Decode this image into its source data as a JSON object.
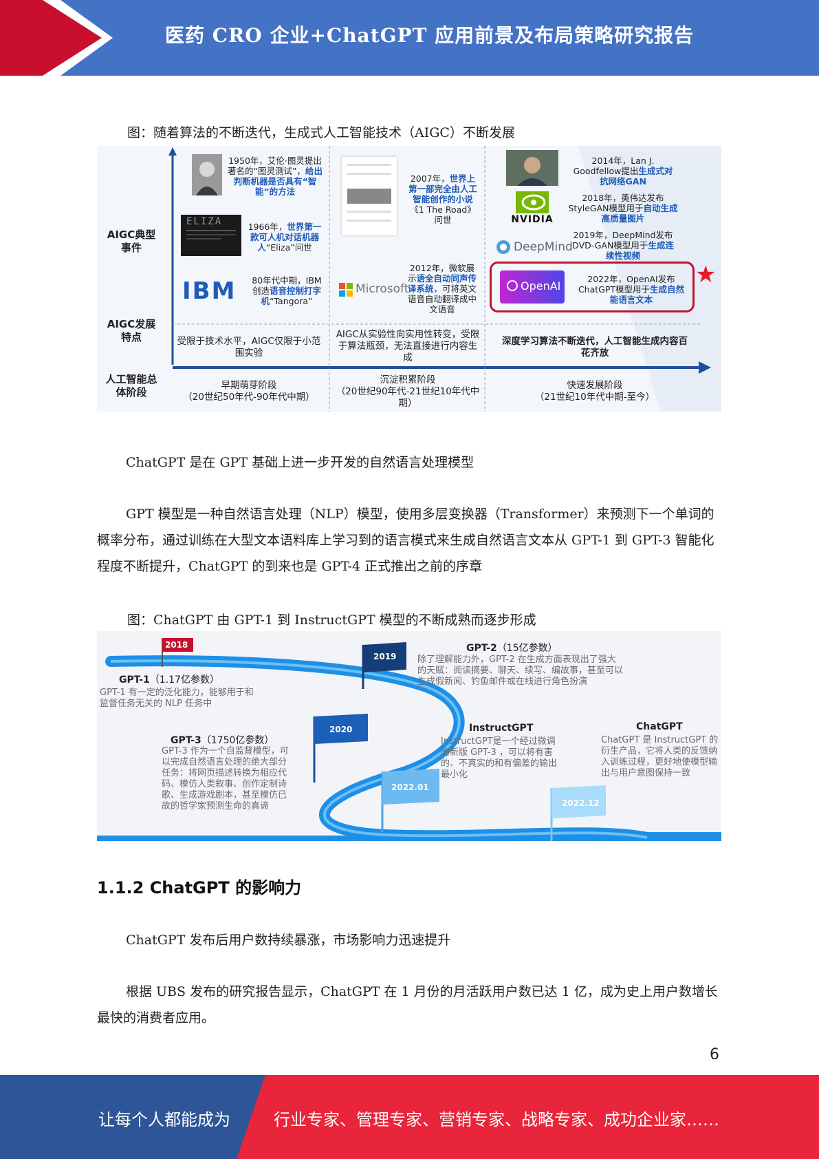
{
  "header": {
    "title": "医药 CRO 企业+ChatGPT 应用前景及布局策略研究报告"
  },
  "figure1": {
    "caption": "图：随着算法的不断迭代，生成式人工智能技术（AIGC）不断发展",
    "row_labels": {
      "events": "AIGC典型\n事件",
      "traits": "AIGC发展\n特点",
      "stages": "人工智能总\n体阶段"
    },
    "logos": {
      "eliza": "ELIZA",
      "ibm": "IBM",
      "microsoft": "Microsoft",
      "nvidia": "NVIDIA",
      "deepmind": "DeepMind",
      "openai": "OpenAI"
    },
    "events": {
      "turing": {
        "pre": "1950年，艾伦·图灵提出著名的“图灵测试”，",
        "hl": "给出判断机器是否具有“智能”的方法",
        "post": ""
      },
      "eliza": {
        "pre": "1966年，",
        "hl": "世界第一款可人机对话机器人",
        "post": "“Eliza”问世"
      },
      "ibm": {
        "pre": "80年代中期，IBM创造",
        "hl": "语音控制打字机",
        "post": "“Tangora”"
      },
      "road": {
        "pre": "2007年，",
        "hl": "世界上第一部完全由人工智能创作的小说",
        "post": "《1 The Road》问世"
      },
      "microsoft": {
        "pre": "2012年，微软展示",
        "hl": "语全自动同声传译系统",
        "post": "，可将英文语音自动翻译成中文语音"
      },
      "gan": {
        "pre": "2014年，Lan J. Goodfellow提出",
        "hl": "生成式对抗网络GAN",
        "post": ""
      },
      "nvidia": {
        "pre": "2018年，英伟达发布StyleGAN模型用于",
        "hl": "自动生成高质量图片",
        "post": ""
      },
      "deepmind": {
        "pre": "2019年，DeepMind发布DVD-GAN模型用于",
        "hl": "生成连续性视频",
        "post": ""
      },
      "openai": {
        "pre": "2022年，OpenAI发布ChatGPT模型用于",
        "hl": "生成自然能语言文本",
        "post": ""
      }
    },
    "characteristics": [
      "受限于技术水平，AIGC仅限于小范围实验",
      "AIGC从实验性向实用性转变，受限于算法瓶颈，无法直接进行内容生成",
      "深度学习算法不断迭代，人工智能生成内容百花齐放"
    ],
    "stages": [
      {
        "name": "早期萌芽阶段",
        "period": "（20世纪50年代-90年代中期）"
      },
      {
        "name": "沉淀积累阶段",
        "period": "（20世纪90年代-21世纪10年代中期）"
      },
      {
        "name": "快速发展阶段",
        "period": "（21世纪10年代中期-至今）"
      }
    ]
  },
  "paragraphs": {
    "p1": "ChatGPT 是在 GPT 基础上进一步开发的自然语言处理模型",
    "p2": "GPT 模型是一种自然语言处理（NLP）模型，使用多层变换器（Transformer）来预测下一个单词的概率分布，通过训练在大型文本语料库上学习到的语言模式来生成自然语言文本从 GPT-1 到 GPT-3 智能化程度不断提升，ChatGPT 的到来也是 GPT-4 正式推出之前的序章",
    "p3": "ChatGPT 发布后用户数持续暴涨，市场影响力迅速提升",
    "p4": "根据 UBS 发布的研究报告显示，ChatGPT 在 1 月份的月活跃用户数已达 1 亿，成为史上用户数增长最快的消费者应用。"
  },
  "figure2": {
    "caption": "图：ChatGPT 由 GPT-1 到 InstructGPT 模型的不断成熟而逐步形成",
    "flags": [
      "2018",
      "2019",
      "2020",
      "2022.01",
      "2022.12"
    ],
    "gpt1": {
      "title": "GPT-1",
      "params": "（1.17亿参数）",
      "desc": "GPT-1 有一定的泛化能力，能够用于和监督任务无关的 NLP 任务中"
    },
    "gpt2": {
      "title": "GPT-2",
      "params": "（15亿参数）",
      "desc": "除了理解能力外，GPT-2 在生成方面表现出了强大的天赋：阅读摘要、聊天、续写、编故事，甚至可以生成假新闻、钓鱼邮件或在线进行角色扮演"
    },
    "gpt3": {
      "title": "GPT-3",
      "params": "（1750亿参数）",
      "desc": "GPT-3 作为一个自监督模型，可以完成自然语言处理的绝大部分任务：将网页描述转换为相应代码、模仿人类叙事、创作定制诗歌、生成游戏剧本，甚至模仿已故的哲学家预测生命的真谛"
    },
    "instruct": {
      "title": "InstructGPT",
      "desc": "InstructGPT是一个经过微调的新版 GPT-3 ，可以将有害的、不真实的和有偏差的输出最小化"
    },
    "chatgpt": {
      "title": "ChatGPT",
      "desc": "ChatGPT 是 InstructGPT 的衍生产品，它将人类的反馈纳入训练过程，更好地使模型输出与用户意图保持一致"
    }
  },
  "section": {
    "heading": "1.1.2 ChatGPT 的影响力"
  },
  "page_number": "6",
  "footer": {
    "left": "让每个人都能成为",
    "right": "行业专家、管理专家、营销专家、战略专家、成功企业家……"
  },
  "colors": {
    "header_blue": "#4472c4",
    "accent_red": "#c8102e",
    "footer_blue": "#2e5597",
    "footer_red": "#e8253a",
    "highlight_blue": "#1f5bb6"
  }
}
